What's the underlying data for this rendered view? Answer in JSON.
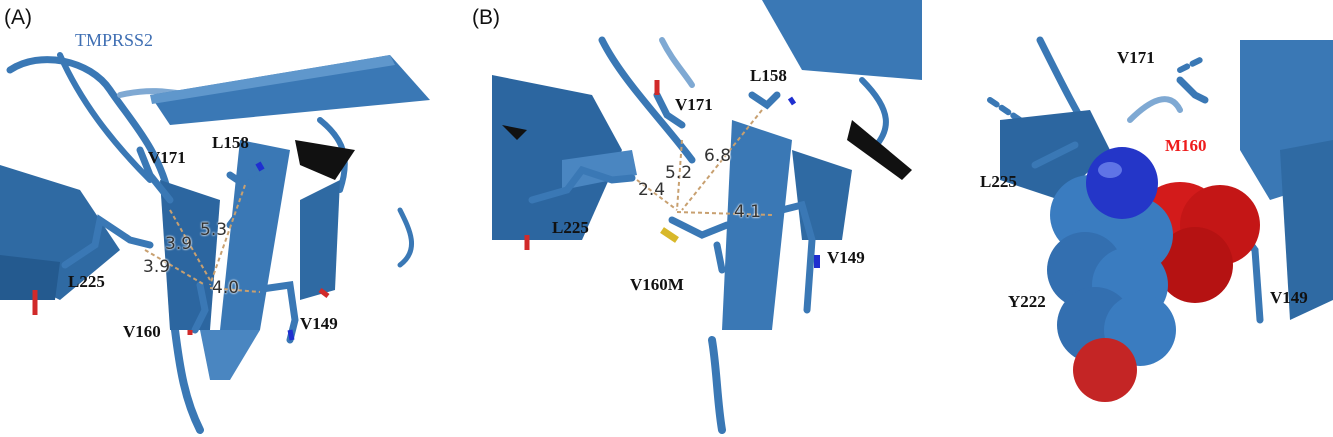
{
  "colors": {
    "ribbon": "#3a78b5",
    "ribbon_dark": "#1f4f80",
    "nitrogen": "#1f2fd0",
    "oxygen": "#d12a2a",
    "sulfur": "#d8b82a",
    "mutant": "#e01818",
    "protein_label": "#3f6fb3",
    "distance_line": "#c8a070"
  },
  "panelA": {
    "panel_label": "(A)",
    "protein": "TMPRSS2",
    "residues": {
      "v171": "V171",
      "l158": "L158",
      "l225": "L225",
      "v160": "V160",
      "v149": "V149"
    },
    "distances": {
      "d1": "5.3",
      "d2": "3.9",
      "d3": "3.9",
      "d4": "4.0"
    }
  },
  "panelB": {
    "panel_label": "(B)",
    "residues": {
      "l158": "L158",
      "v171": "V171",
      "l225": "L225",
      "v160m": "V160M",
      "v149": "V149"
    },
    "distances": {
      "d1": "6.8",
      "d2": "5.2",
      "d3": "2.4",
      "d4": "4.1"
    }
  },
  "panelC": {
    "residues": {
      "v171": "V171",
      "m160": "M160",
      "l225": "L225",
      "y222": "Y222",
      "v149": "V149"
    }
  }
}
